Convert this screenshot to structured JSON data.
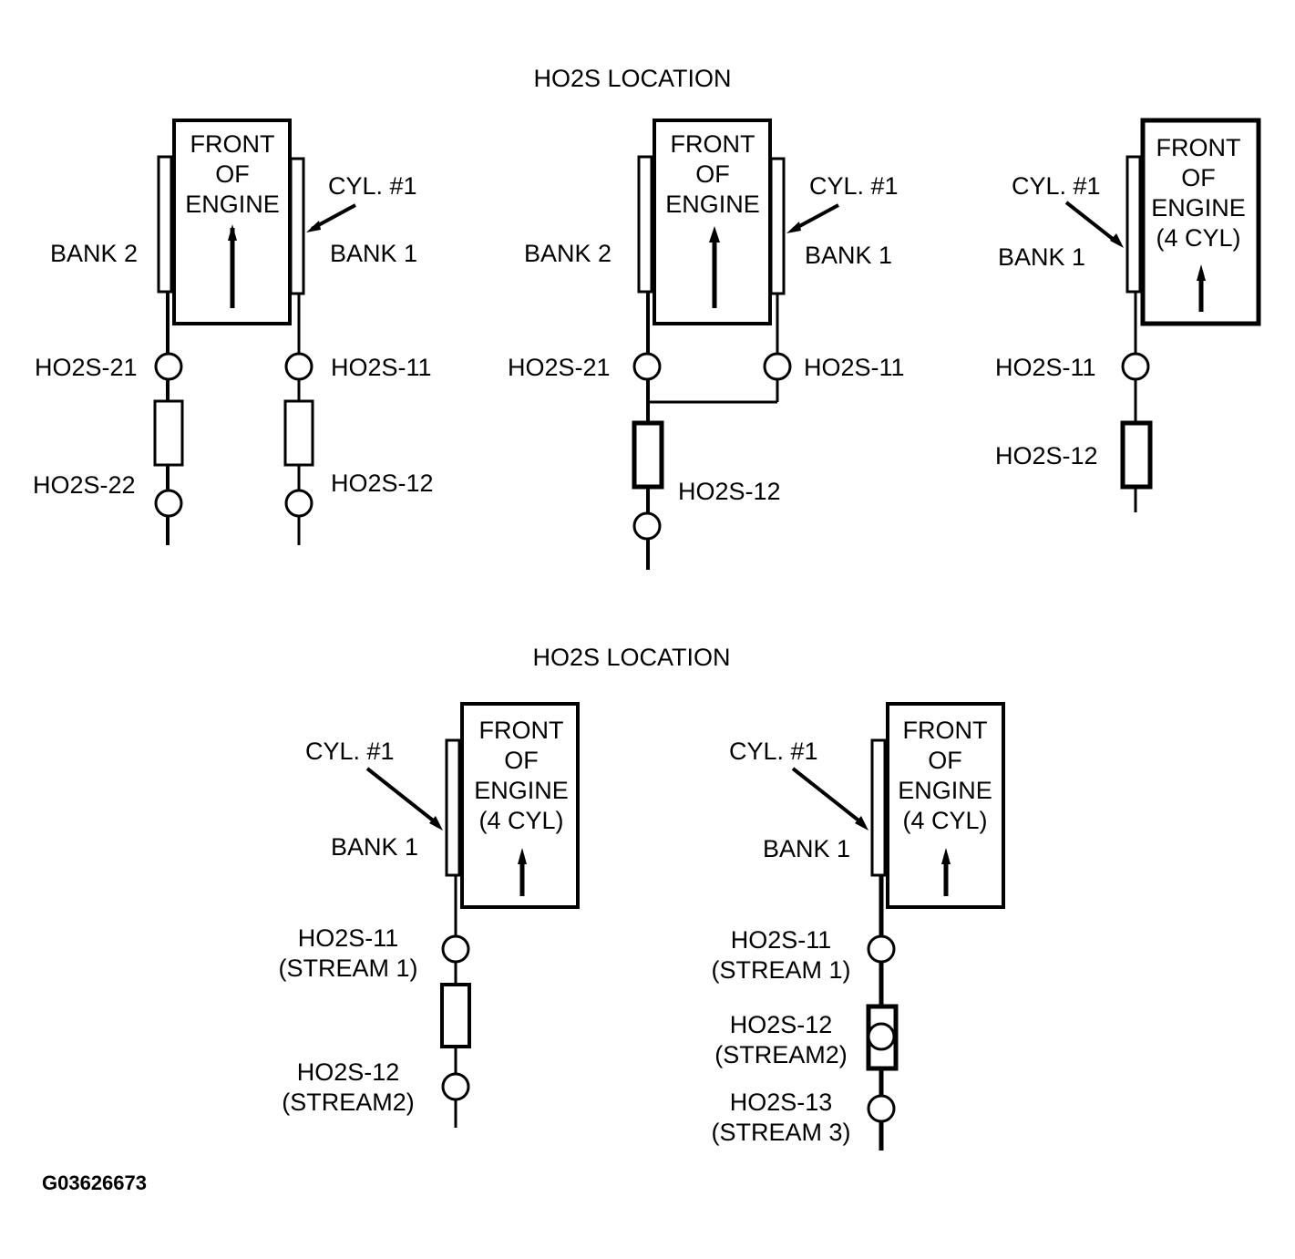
{
  "title_top": "HO2S LOCATION",
  "title_bottom": "HO2S LOCATION",
  "figure_id": "G03626673",
  "d1": {
    "front": [
      "FRONT",
      "OF",
      "ENGINE"
    ],
    "cyl": "CYL. #1",
    "bank2": "BANK 2",
    "bank1": "BANK 1",
    "s21": "HO2S-21",
    "s11": "HO2S-11",
    "s22": "HO2S-22",
    "s12": "HO2S-12"
  },
  "d2": {
    "front": [
      "FRONT",
      "OF",
      "ENGINE"
    ],
    "cyl": "CYL. #1",
    "bank2": "BANK 2",
    "bank1": "BANK 1",
    "s21": "HO2S-21",
    "s11": "HO2S-11",
    "s12": "HO2S-12"
  },
  "d3": {
    "front": [
      "FRONT",
      "OF",
      "ENGINE",
      "(4 CYL)"
    ],
    "cyl": "CYL. #1",
    "bank1": "BANK 1",
    "s11": "HO2S-11",
    "s12": "HO2S-12"
  },
  "d4": {
    "front": [
      "FRONT",
      "OF",
      "ENGINE",
      "(4 CYL)"
    ],
    "cyl": "CYL. #1",
    "bank1": "BANK 1",
    "s11": [
      "HO2S-11",
      "(STREAM 1)"
    ],
    "s12": [
      "HO2S-12",
      "(STREAM2)"
    ]
  },
  "d5": {
    "front": [
      "FRONT",
      "OF",
      "ENGINE",
      "(4 CYL)"
    ],
    "cyl": "CYL. #1",
    "bank1": "BANK 1",
    "s11": [
      "HO2S-11",
      "(STREAM 1)"
    ],
    "s12": [
      "HO2S-12",
      "(STREAM2)"
    ],
    "s13": [
      "HO2S-13",
      "(STREAM 3)"
    ]
  }
}
